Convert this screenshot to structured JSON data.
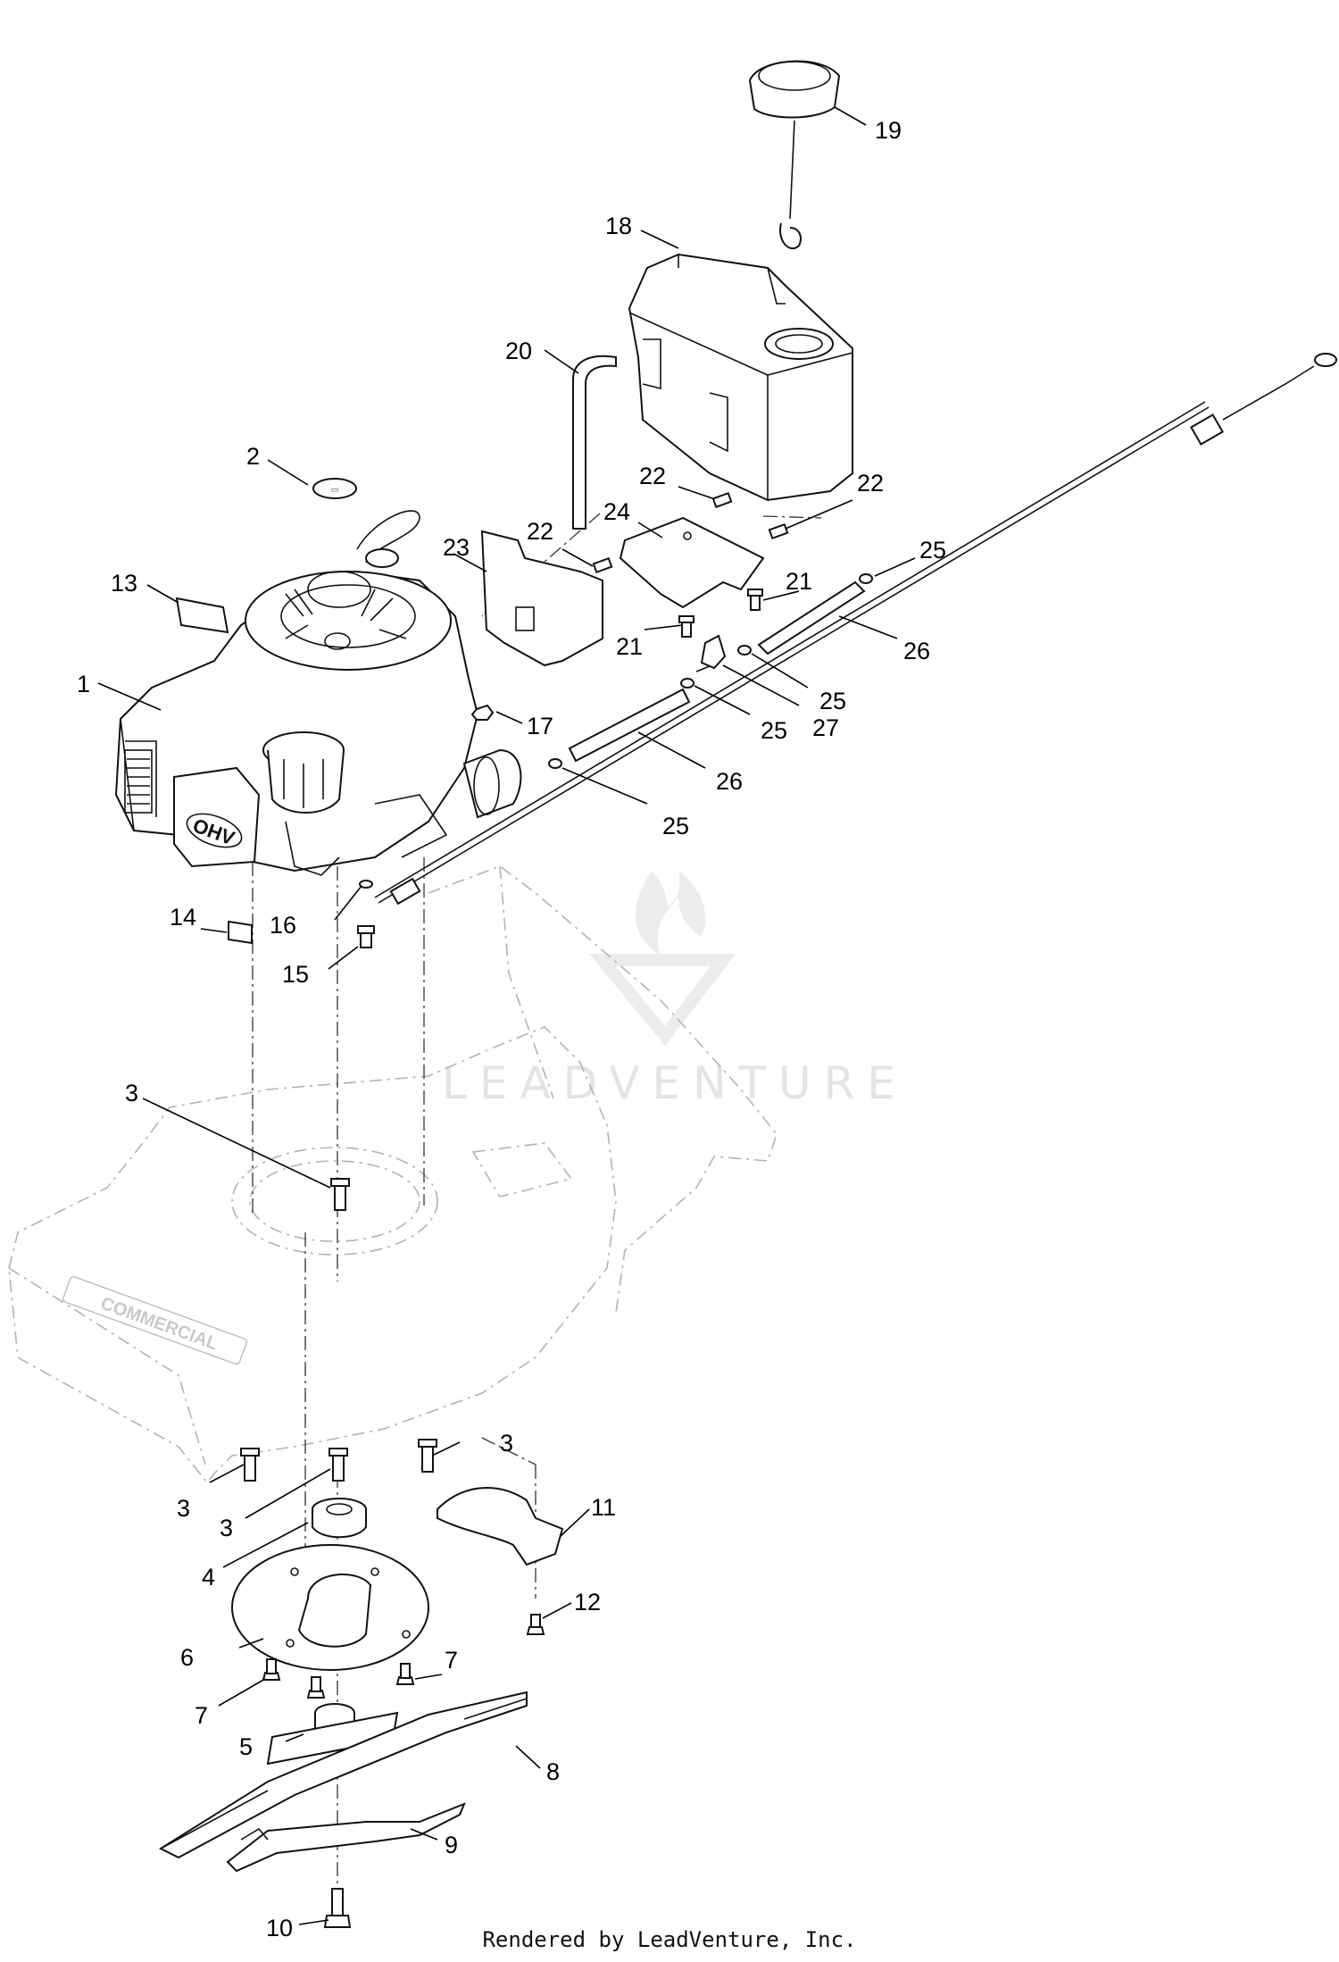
{
  "diagram": {
    "callouts": [
      "1",
      "2",
      "3",
      "4",
      "5",
      "6",
      "7",
      "8",
      "9",
      "10",
      "11",
      "12",
      "13",
      "14",
      "15",
      "16",
      "17",
      "18",
      "19",
      "20",
      "21",
      "22",
      "23",
      "24",
      "25",
      "26",
      "27"
    ],
    "deck_brand_text": "COMMERCIAL",
    "engine_badge_text": "OHV",
    "watermark_text": "LEADVENTURE",
    "footer": "Rendered by LeadVenture, Inc."
  }
}
